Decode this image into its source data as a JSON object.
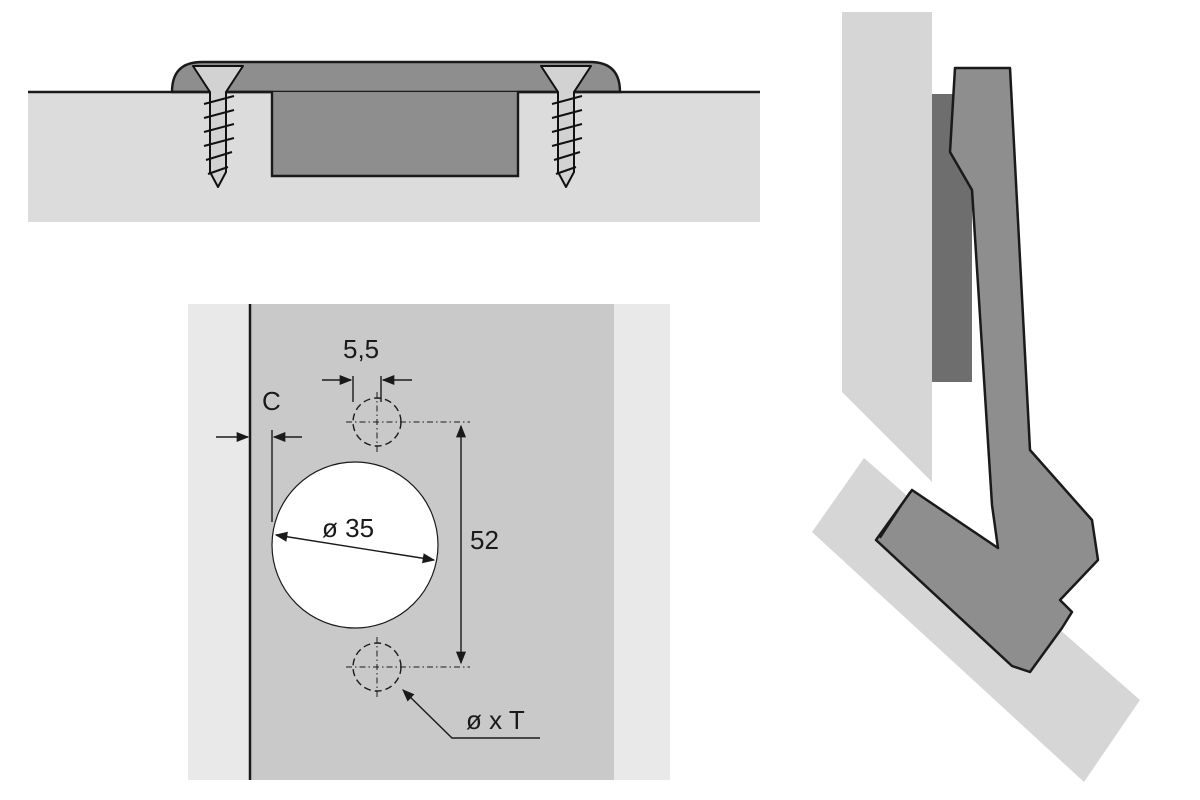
{
  "diagram": {
    "labels": {
      "hole_spacing": "5,5",
      "edge_distance": "C",
      "cup_diameter": "ø 35",
      "screw_distance": "52",
      "screw_hole": "ø x T"
    },
    "colors": {
      "panel": "#d9d9d9",
      "panel_light": "#e9e9e9",
      "hinge_dark": "#8c8c8c",
      "hinge_shadow": "#6f6f6f",
      "outline": "#1a1a1a",
      "cup_hole": "#ffffff"
    }
  }
}
